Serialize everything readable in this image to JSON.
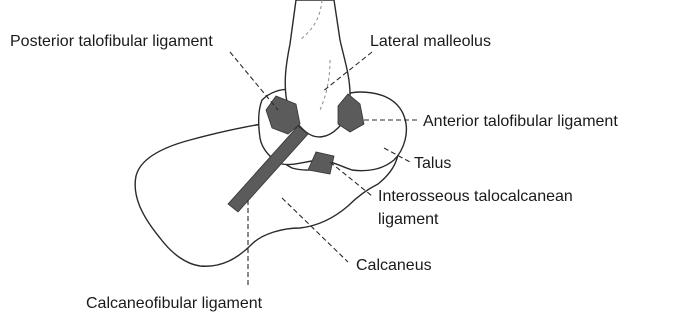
{
  "labels": {
    "posterior_talofibular": "Posterior talofibular ligament",
    "lateral_malleolus": "Lateral malleolus",
    "anterior_talofibular": "Anterior talofibular ligament",
    "talus": "Talus",
    "interosseous_line1": "Interosseous talocalcanean",
    "interosseous_line2": "ligament",
    "calcaneus": "Calcaneus",
    "calcaneofibular": "Calcaneofibular ligament"
  }
}
